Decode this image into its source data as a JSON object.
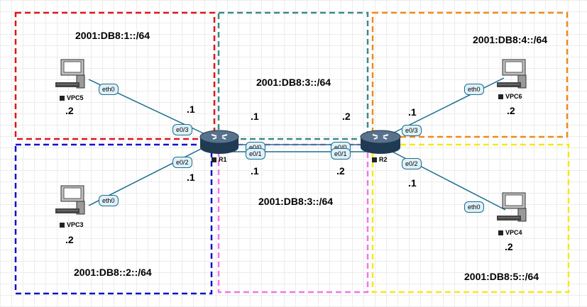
{
  "networks": {
    "n1": "2001:DB8:1::/64",
    "n2": "2001:DB8::2::/64",
    "n3_top": "2001:DB8:3::/64",
    "n3_bottom": "2001:DB8:3::/64",
    "n4": "2001:DB8:4::/64",
    "n5": "2001:DB8:5::/64"
  },
  "devices": {
    "r1": "R1",
    "r2": "R2",
    "vpc5": "VPC5",
    "vpc3": "VPC3",
    "vpc6": "VPC6",
    "vpc4": "VPC4"
  },
  "interfaces": {
    "vpc5_eth": "eth0",
    "vpc3_eth": "eth0",
    "vpc6_eth": "eth0",
    "vpc4_eth": "eth0",
    "r1_e03": "e0/3",
    "r1_e02": "e0/2",
    "r1_e00": "e0/0",
    "r1_e01": "e0/1",
    "r2_e00": "e0/0",
    "r2_e01": "e0/1",
    "r2_e03": "e0/3",
    "r2_e02": "e0/2"
  },
  "host_ids": {
    "vpc5": ".2",
    "r1_e03": ".1",
    "r1_e00": ".1",
    "r2_e00": ".2",
    "r1_e01": ".1",
    "r2_e01": ".2",
    "r1_e02": ".1",
    "vpc3": ".2",
    "r2_e03": ".1",
    "vpc6": ".2",
    "r2_e02": ".1",
    "vpc4": ".2"
  },
  "colors": {
    "zone_n1": "#e0141c",
    "zone_n2": "#1010c8",
    "zone_n3_top": "#3d8a86",
    "zone_n3_bottom": "#f078e0",
    "zone_n4": "#f08a1c",
    "zone_n5": "#f5e81c",
    "link": "#1a6e8e"
  }
}
